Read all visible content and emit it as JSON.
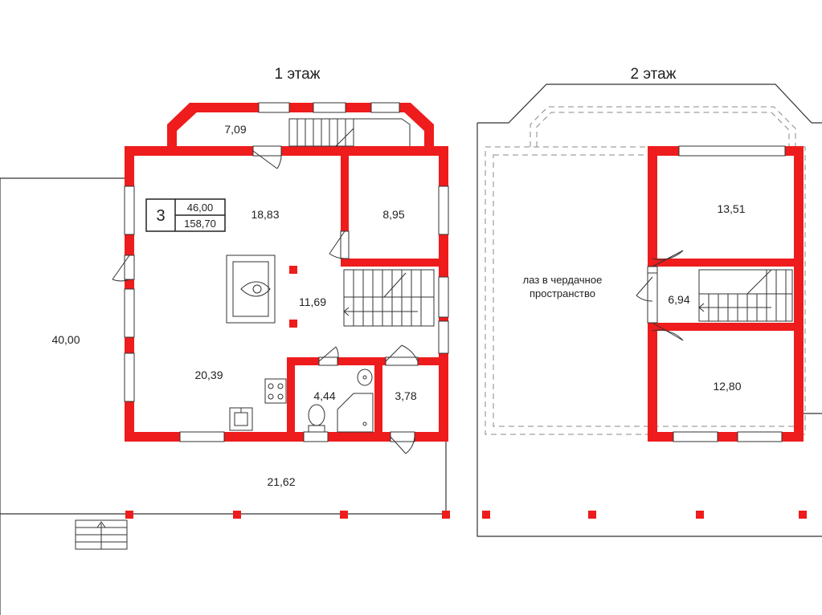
{
  "floors": {
    "first": {
      "title": "1 этаж"
    },
    "second": {
      "title": "2 этаж"
    }
  },
  "badge": {
    "rooms": "3",
    "living_area": "46,00",
    "total_area": "158,70"
  },
  "rooms_first": {
    "bay": "7,09",
    "living": "18,83",
    "bedroom": "8,95",
    "hall": "11,69",
    "kitchen": "20,39",
    "bath": "4,44",
    "storage": "3,78",
    "terrace_side": "40,00",
    "terrace_front": "21,62"
  },
  "rooms_second": {
    "bedroom_top": "13,51",
    "hall": "6,94",
    "bedroom_bottom": "12,80",
    "attic_note_line1": "лаз в чердачное",
    "attic_note_line2": "пространство"
  },
  "colors": {
    "wall": "#ee1c1c",
    "line": "#333333",
    "window": "#ffffff"
  }
}
